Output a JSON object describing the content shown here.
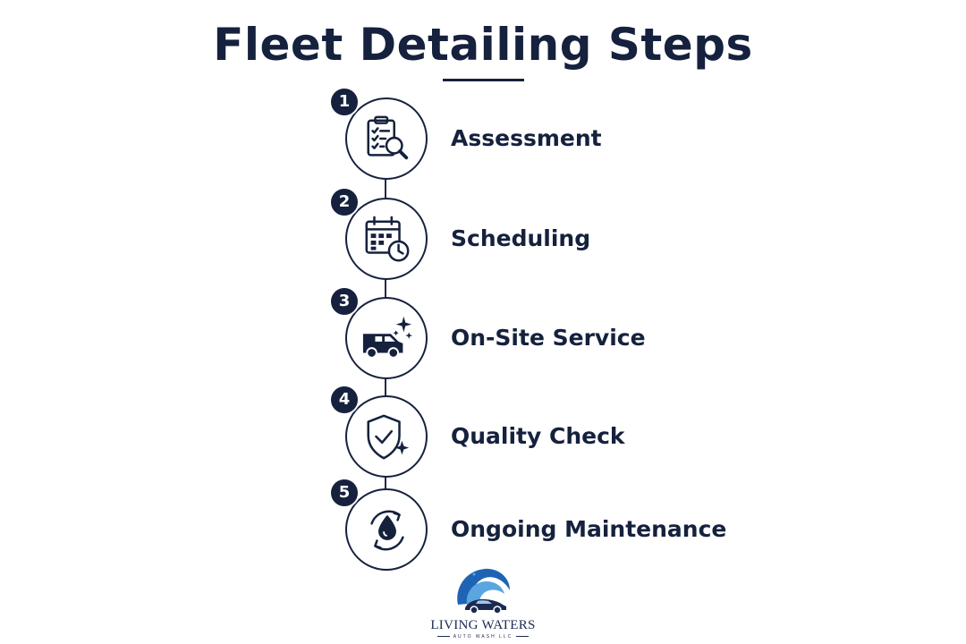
{
  "title": "Fleet Detailing Steps",
  "steps": [
    {
      "number": "1",
      "label": "Assessment",
      "icon": "clipboard-magnifier-icon"
    },
    {
      "number": "2",
      "label": "Scheduling",
      "icon": "calendar-clock-icon"
    },
    {
      "number": "3",
      "label": "On-Site Service",
      "icon": "van-sparkle-icon"
    },
    {
      "number": "4",
      "label": "Quality Check",
      "icon": "shield-check-icon"
    },
    {
      "number": "5",
      "label": "Ongoing Maintenance",
      "icon": "water-drop-cycle-icon"
    }
  ],
  "logo": {
    "name": "LIVING WATERS",
    "tagline": "AUTO WASH LLC"
  },
  "colors": {
    "navy": "#15213d",
    "logo_blue": "#1f64b4",
    "background": "#ffffff"
  }
}
